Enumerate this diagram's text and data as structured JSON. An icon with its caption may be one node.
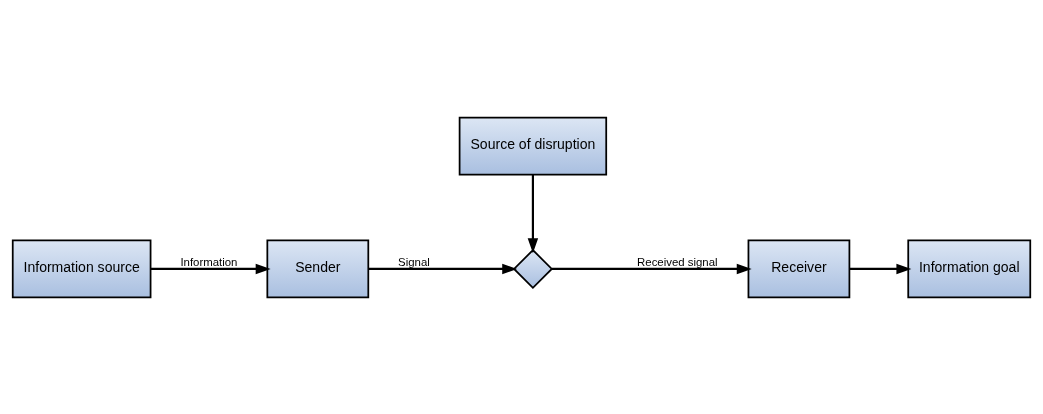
{
  "diagram": {
    "nodes": [
      {
        "text": [
          "Information source"
        ]
      },
      {
        "text": [
          "Sender"
        ]
      },
      {
        "text": [],
        "shape": "diamond"
      },
      {
        "text": [
          "Receiver"
        ]
      },
      {
        "text": [
          "Information goal"
        ]
      },
      {
        "text": [
          "Source of disruption"
        ]
      }
    ],
    "edges": [
      {
        "from": 0,
        "to": 1,
        "arrow": "to",
        "label": "Information"
      },
      {
        "from": 1,
        "to": 2,
        "arrow": "to",
        "label": "Signal"
      },
      {
        "from": 2,
        "to": 3,
        "arrow": "to",
        "label": "Received signal"
      },
      {
        "from": 3,
        "to": 4,
        "arrow": "to"
      },
      {
        "from": 5,
        "to": 2,
        "arrow": "to"
      }
    ]
  }
}
